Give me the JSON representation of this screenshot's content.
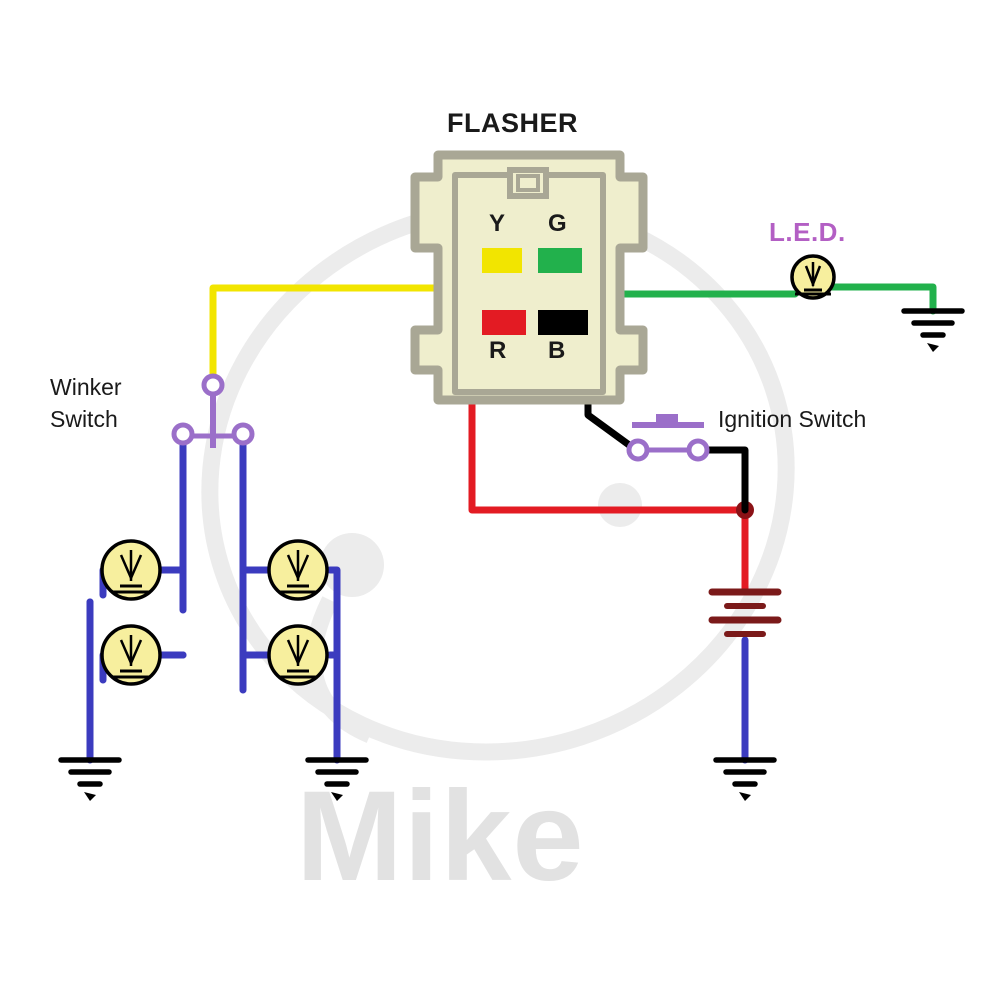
{
  "diagram": {
    "title": "FLASHER",
    "watermark": "Mike",
    "labels": {
      "flasher": "FLASHER",
      "pin_y": "Y",
      "pin_g": "G",
      "pin_r": "R",
      "pin_b": "B",
      "led": "L.E.D.",
      "winker_switch_line1": "Winker",
      "winker_switch_line2": "Switch",
      "ignition_switch": "Ignition Switch"
    },
    "colors": {
      "wire_yellow": "#f2e500",
      "wire_green": "#22b14c",
      "wire_red": "#e31b23",
      "wire_black": "#000000",
      "wire_blue": "#3b3bbf",
      "lamp_body": "#f7ef9e",
      "flasher_body": "#efeecd",
      "flasher_outline": "#a9a795",
      "led_purple": "#b35fc4",
      "switch_purple": "#9b6fc9",
      "watermark_gray": "#e2e2e2",
      "text": "#1a1a1a"
    },
    "components": [
      {
        "name": "flasher-relay",
        "pins": [
          "Y",
          "G",
          "R",
          "B"
        ]
      },
      {
        "name": "led-indicator",
        "label": "L.E.D."
      },
      {
        "name": "winker-switch",
        "label": "Winker Switch"
      },
      {
        "name": "ignition-switch",
        "label": "Ignition Switch"
      },
      {
        "name": "battery"
      },
      {
        "name": "indicator-lamp-front-left"
      },
      {
        "name": "indicator-lamp-rear-left"
      },
      {
        "name": "indicator-lamp-front-right"
      },
      {
        "name": "indicator-lamp-rear-right"
      },
      {
        "name": "ground-left"
      },
      {
        "name": "ground-middle"
      },
      {
        "name": "ground-battery"
      },
      {
        "name": "ground-led"
      }
    ]
  }
}
